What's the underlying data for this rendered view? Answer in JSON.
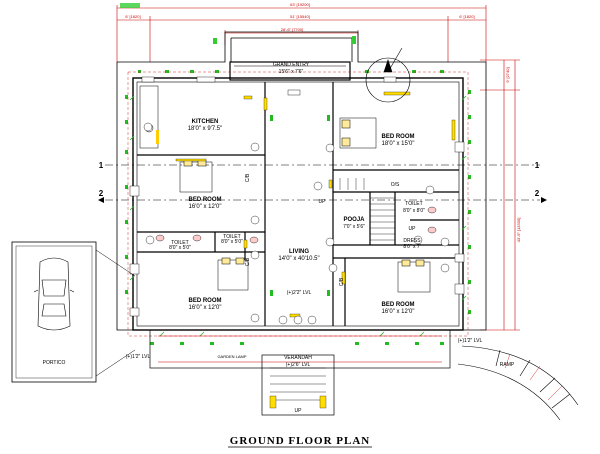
{
  "title": "GROUND FLOOR PLAN",
  "rooms": {
    "grand_entry": {
      "name": "GRAND ENTRY",
      "dim": "15'6\" x 7'6\""
    },
    "kitchen": {
      "name": "KITCHEN",
      "dim": "18'0\" x 9'7.5\""
    },
    "bed_room_ne": {
      "name": "BED ROOM",
      "dim": "18'0\" x 15'0\""
    },
    "bed_room_w": {
      "name": "BED ROOM",
      "dim": "16'0\" x 12'0\""
    },
    "living": {
      "name": "LIVING",
      "dim": "14'0\" x 40'10.5\""
    },
    "pooja": {
      "name": "POOJA",
      "dim": "7'0\" x 5'6\""
    },
    "toilet_e": {
      "name": "TOILET",
      "dim": "8'0\" x 8'0\""
    },
    "toilet_w": {
      "name": "TOILET",
      "dim": "8'0\" x 5'0\""
    },
    "toilet_c": {
      "name": "TOILET",
      "dim": "8'0\" x 5'0\""
    },
    "dress": {
      "name": "DRESS",
      "dim": "8'0\" x 7'"
    },
    "bed_room_sw": {
      "name": "BED ROOM",
      "dim": "16'0\" x 12'0\""
    },
    "bed_room_se": {
      "name": "BED ROOM",
      "dim": "16'0\" x 12'0\""
    },
    "portico": {
      "name": "PORTICO"
    },
    "verandah": {
      "name": "VERANDAH",
      "dim": "(+)2'6\" LVL"
    }
  },
  "labels": {
    "lvl_living": "(+)2'2\" LVL",
    "lvl_left": "(+)1'2\" LVL",
    "lvl_right": "(+)1'2\" LVL",
    "ramp": "RAMP",
    "up1": "UP",
    "up2": "UP",
    "up3": "UP",
    "os": "O/S",
    "cb1": "C/B",
    "cb2": "C/B",
    "cb3": "C/B",
    "garden_lamp": "GARDEN LAMP",
    "section1_l": "1",
    "section1_r": "1",
    "section2_l": "2",
    "section2_r": "2",
    "dim_top1": "63' [19200]",
    "dim_top2": "6' [1820]",
    "dim_top3": "51' [15540]",
    "dim_top4": "6' [1820]",
    "dim_inner": "28'-6\" [7700]",
    "dim_right": "9' [2740]",
    "dim_right2": "43'-9\" [13330]"
  }
}
